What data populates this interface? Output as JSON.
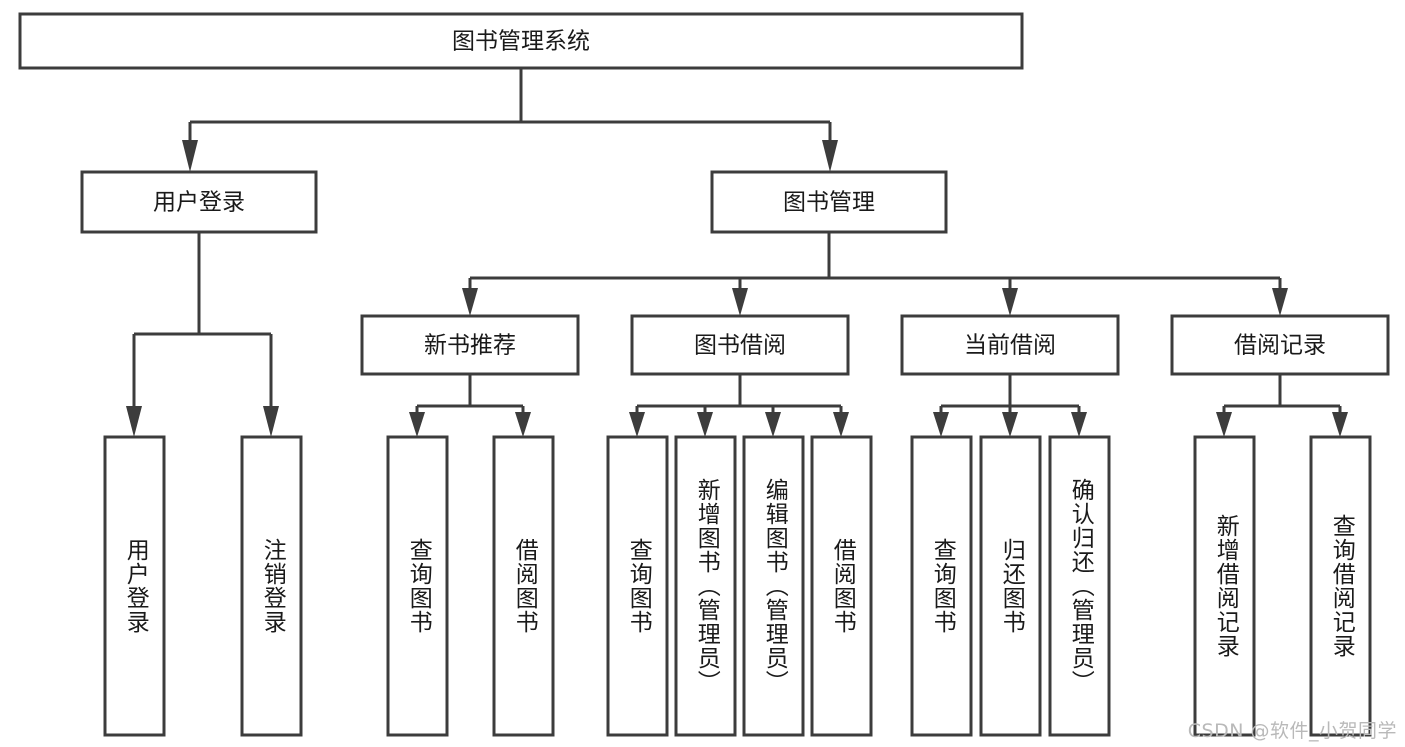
{
  "diagram": {
    "type": "tree-hierarchy",
    "title": "图书管理系统",
    "orientation": "top-down",
    "colors": {
      "box_stroke": "#3c3c3c",
      "box_fill": "#ffffff",
      "connector": "#3c3c3c",
      "text": "#1a1a1a",
      "watermark": "#b9b9b9",
      "background": "#ffffff"
    },
    "nodes": {
      "root": {
        "label": "图书管理系统"
      },
      "level2": [
        {
          "label": "用户登录"
        },
        {
          "label": "图书管理"
        }
      ],
      "level3": [
        {
          "label": "新书推荐"
        },
        {
          "label": "图书借阅"
        },
        {
          "label": "当前借阅"
        },
        {
          "label": "借阅记录"
        }
      ],
      "leaves": {
        "user_login": [
          {
            "label": "用户登录"
          },
          {
            "label": "注销登录"
          }
        ],
        "new_book_recommend": [
          {
            "label": "查询图书"
          },
          {
            "label": "借阅图书"
          }
        ],
        "book_borrow": [
          {
            "label": "查询图书"
          },
          {
            "label": "新增图书（管理员）"
          },
          {
            "label": "编辑图书（管理员）"
          },
          {
            "label": "借阅图书"
          }
        ],
        "current_borrow": [
          {
            "label": "查询图书"
          },
          {
            "label": "归还图书"
          },
          {
            "label": "确认归还（管理员）"
          }
        ],
        "borrow_record": [
          {
            "label": "新增借阅记录"
          },
          {
            "label": "查询借阅记录"
          }
        ]
      }
    }
  },
  "watermark": {
    "text": "CSDN @软件_小贺同学"
  }
}
